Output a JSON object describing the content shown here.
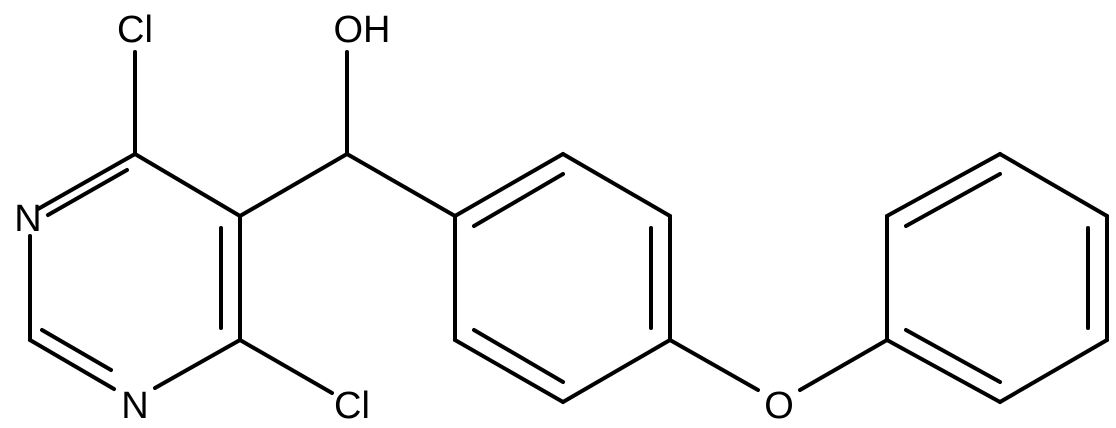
{
  "atom_labels": {
    "cl_top": "Cl",
    "cl_bottom": "Cl",
    "n1": "N",
    "n3": "N",
    "hydroxyl": "OH",
    "ether_o": "O"
  },
  "colors": {
    "bond": "#000000",
    "label": "#000000",
    "background": "#ffffff"
  }
}
